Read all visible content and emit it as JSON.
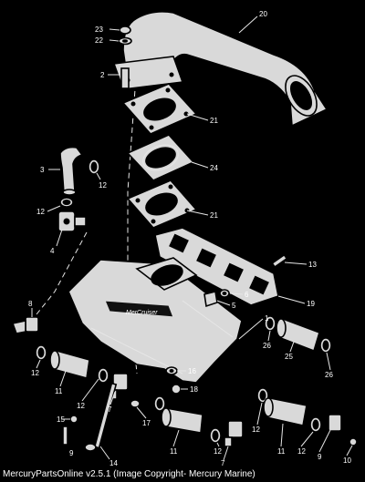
{
  "caption": "MercuryPartsOnline v2.5.1 (Image Copyright- Mercury Marine)",
  "manifold_logo": "MerCruiser",
  "callouts": [
    {
      "id": "c20a",
      "label": "20"
    },
    {
      "id": "c23",
      "label": "23"
    },
    {
      "id": "c22",
      "label": "22"
    },
    {
      "id": "c2",
      "label": "2"
    },
    {
      "id": "c21a",
      "label": "21"
    },
    {
      "id": "c24",
      "label": "24"
    },
    {
      "id": "c21b",
      "label": "21"
    },
    {
      "id": "c3",
      "label": "3"
    },
    {
      "id": "c12a",
      "label": "12"
    },
    {
      "id": "c12b",
      "label": "12"
    },
    {
      "id": "c4",
      "label": "4"
    },
    {
      "id": "c13",
      "label": "13"
    },
    {
      "id": "c6",
      "label": "6"
    },
    {
      "id": "c5",
      "label": "5"
    },
    {
      "id": "c19",
      "label": "19"
    },
    {
      "id": "c8",
      "label": "8"
    },
    {
      "id": "c1",
      "label": "1"
    },
    {
      "id": "c26a",
      "label": "26"
    },
    {
      "id": "c25",
      "label": "25"
    },
    {
      "id": "c26b",
      "label": "26"
    },
    {
      "id": "c12c",
      "label": "12"
    },
    {
      "id": "c11a",
      "label": "11"
    },
    {
      "id": "c12d",
      "label": "12"
    },
    {
      "id": "c7a",
      "label": "7"
    },
    {
      "id": "c16",
      "label": "16"
    },
    {
      "id": "c18",
      "label": "18"
    },
    {
      "id": "c17",
      "label": "17"
    },
    {
      "id": "c15",
      "label": "15"
    },
    {
      "id": "c9a",
      "label": "9"
    },
    {
      "id": "c14",
      "label": "14"
    },
    {
      "id": "c11b",
      "label": "11"
    },
    {
      "id": "c12e",
      "label": "12"
    },
    {
      "id": "c7b",
      "label": "7"
    },
    {
      "id": "c12f",
      "label": "12"
    },
    {
      "id": "c11c",
      "label": "11"
    },
    {
      "id": "c12g",
      "label": "12"
    },
    {
      "id": "c9b",
      "label": "9"
    },
    {
      "id": "c10",
      "label": "10"
    }
  ]
}
